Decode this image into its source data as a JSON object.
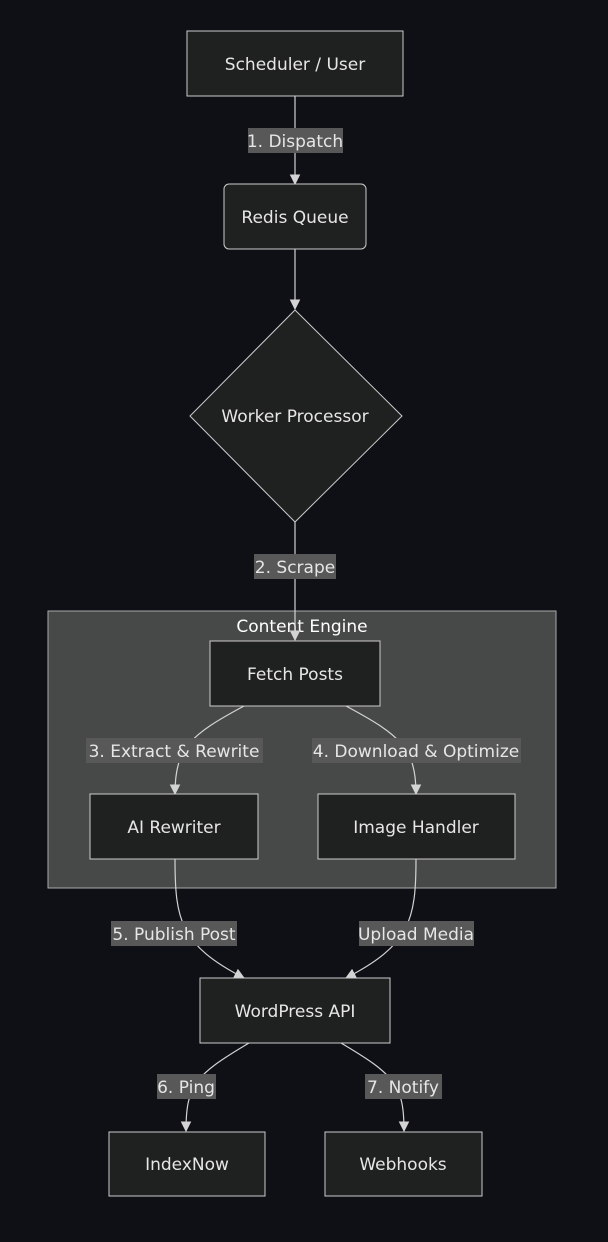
{
  "diagram": {
    "cluster": {
      "title": "Content Engine"
    },
    "nodes": {
      "scheduler": "Scheduler / User",
      "redis": "Redis Queue",
      "worker": "Worker Processor",
      "fetch": "Fetch Posts",
      "ai": "AI Rewriter",
      "image": "Image Handler",
      "wordpress": "WordPress API",
      "indexnow": "IndexNow",
      "webhooks": "Webhooks"
    },
    "edges": {
      "dispatch": "1. Dispatch",
      "scrape": "2. Scrape",
      "extract": "3. Extract & Rewrite",
      "download": "4. Download & Optimize",
      "publish": "5. Publish Post",
      "upload": "Upload Media",
      "ping": "6. Ping",
      "notify": "7. Notify"
    },
    "colors": {
      "background": "#0e1016",
      "node_fill": "#1f2020",
      "node_stroke": "#cccccc",
      "cluster_fill": "#474949",
      "cluster_stroke": "#aaaaaa",
      "edge": "#d3d3d3",
      "label_bg": "#585858"
    }
  }
}
